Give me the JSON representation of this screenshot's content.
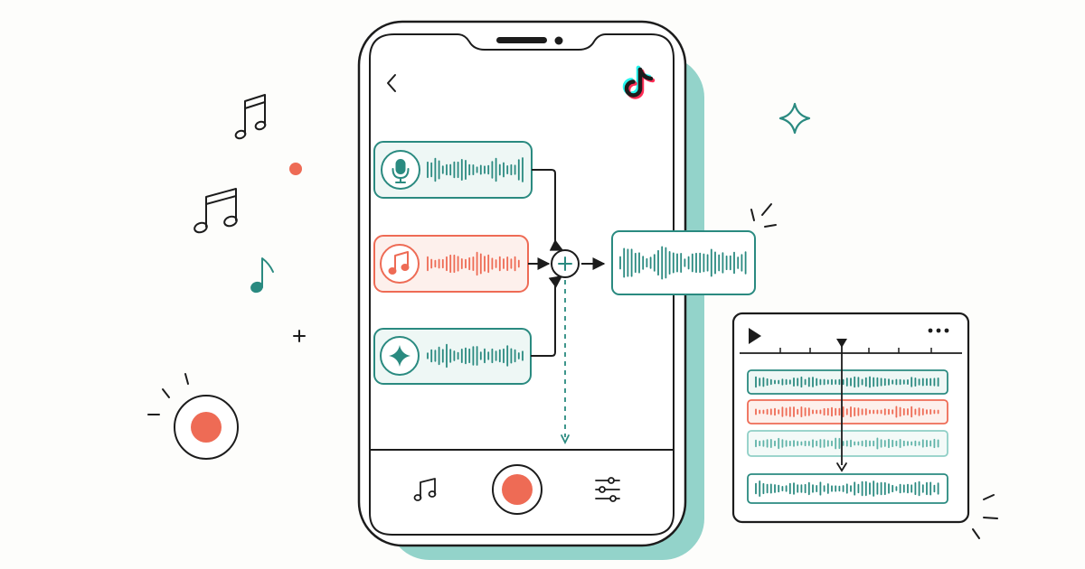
{
  "colors": {
    "teal": "#2a8a80",
    "teal_light": "#8fcfc6",
    "teal_fill": "#eef7f5",
    "coral": "#ee6b55",
    "coral_fill": "#fdf0ec",
    "ink": "#1c1c1c",
    "phone_shadow": "#93d3ca",
    "tiktok_cyan": "#25f4ee",
    "tiktok_red": "#fe2c55"
  },
  "icons": {
    "back": "chevron-left-icon",
    "brand": "tiktok-logo-icon",
    "voice": "microphone-icon",
    "music": "music-note-icon",
    "effect": "sparkle-icon",
    "mix": "plus-circle-icon",
    "record": "record-button",
    "library": "music-notes-icon",
    "adjust": "sliders-icon",
    "play": "play-icon",
    "more": "more-dots-icon",
    "playhead": "playhead-icon"
  },
  "phone": {
    "tracks": [
      {
        "name": "voice",
        "style": "teal"
      },
      {
        "name": "music",
        "style": "coral"
      },
      {
        "name": "effect",
        "style": "teal"
      }
    ],
    "output": {
      "name": "mixed-output",
      "style": "teal"
    }
  },
  "editor": {
    "tracks": [
      {
        "name": "voice",
        "style": "teal"
      },
      {
        "name": "music",
        "style": "coral"
      },
      {
        "name": "effect",
        "style": "teal-light"
      },
      {
        "name": "mixed",
        "style": "teal"
      }
    ]
  }
}
